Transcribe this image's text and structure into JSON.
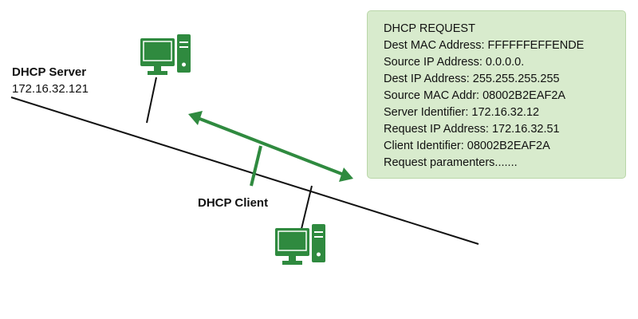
{
  "server": {
    "name": "DHCP Server",
    "ip": "172.16.32.121"
  },
  "client": {
    "name": "DHCP Client"
  },
  "packet": {
    "title": "DHCP REQUEST",
    "fields": [
      "Dest MAC Address: FFFFFFEFFENDE",
      "Source IP Address: 0.0.0.0.",
      "Dest IP Address: 255.255.255.255",
      "Source MAC Addr: 08002B2EAF2A",
      "Server Identifier: 172.16.32.12",
      "Request IP Address: 172.16.32.51",
      "Client Identifier: 08002B2EAF2A",
      "Request paramenters......."
    ]
  },
  "colors": {
    "accent": "#2f8a3f",
    "box_fill": "#d8ebcd",
    "line": "#111111"
  },
  "icons": {
    "server": "desktop-computer-icon",
    "client": "desktop-computer-icon"
  }
}
